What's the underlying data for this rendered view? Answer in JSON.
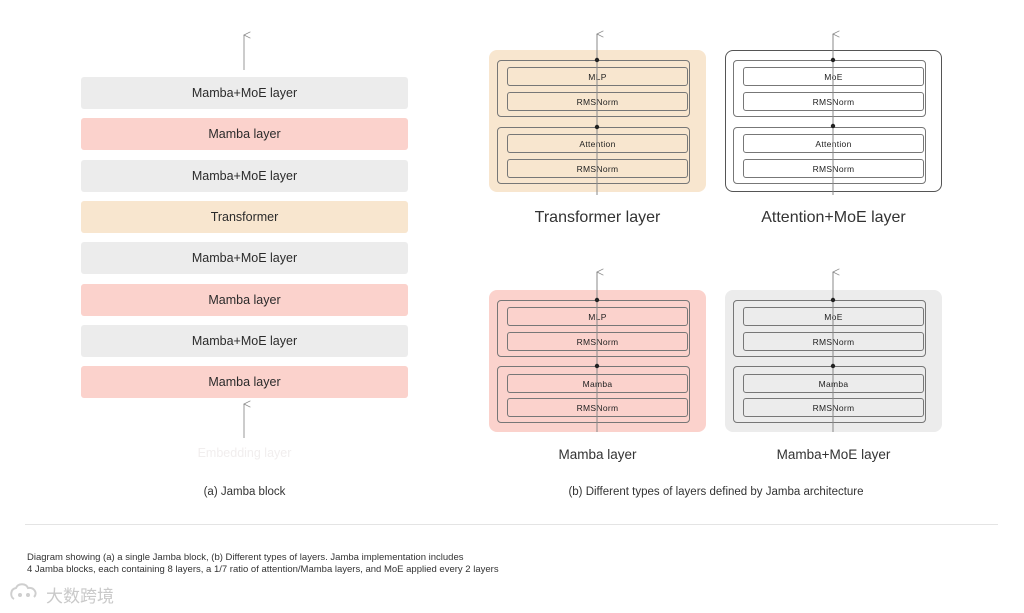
{
  "jamba_block": {
    "layers": [
      "Mamba+MoE layer",
      "Mamba layer",
      "Mamba+MoE layer",
      "Transformer",
      "Mamba+MoE layer",
      "Mamba layer",
      "Mamba+MoE layer",
      "Mamba layer"
    ],
    "faded_layer": "Embedding layer",
    "caption": "(a) Jamba block"
  },
  "layer_types": {
    "caption": "(b) Different types of layers defined by Jamba architecture",
    "transformer": {
      "title": "Transformer layer",
      "blocks": [
        "MLP",
        "RMSNorm",
        "Attention",
        "RMSNorm"
      ]
    },
    "attention_moe": {
      "title": "Attention+MoE layer",
      "blocks": [
        "MoE",
        "RMSNorm",
        "Attention",
        "RMSNorm"
      ]
    },
    "mamba": {
      "title": "Mamba layer",
      "blocks": [
        "MLP",
        "RMSNorm",
        "Mamba",
        "RMSNorm"
      ]
    },
    "mamba_moe": {
      "title": "Mamba+MoE layer",
      "blocks": [
        "MoE",
        "RMSNorm",
        "Mamba",
        "RMSNorm"
      ]
    }
  },
  "footnote": {
    "line1": "Diagram showing (a) a single Jamba block, (b) Different types of layers. Jamba implementation includes",
    "line2": "4 Jamba blocks, each containing 8 layers, a 1/7 ratio of attention/Mamba layers, and MoE applied every 2 layers"
  },
  "watermark": {
    "text": "大数跨境"
  },
  "colors": {
    "mamba": "#fbd2cc",
    "mamba_moe": "#ececec",
    "transformer": "#f8e6cf",
    "lines": "#777777"
  }
}
